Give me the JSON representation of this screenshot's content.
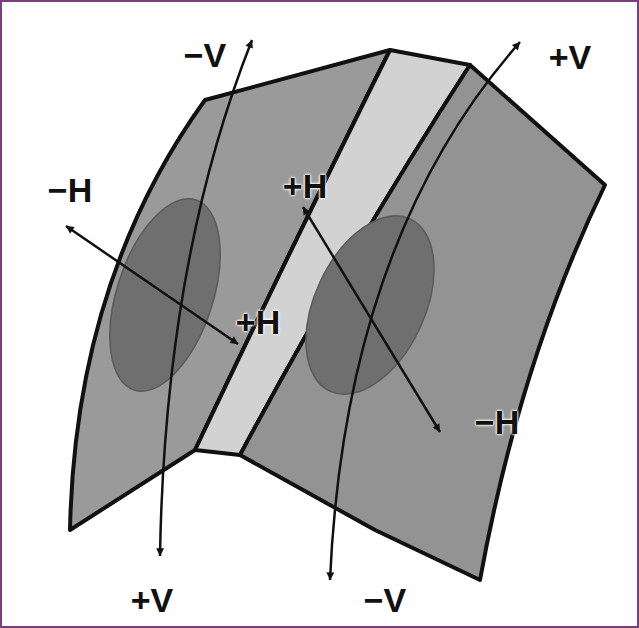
{
  "diagram": {
    "labels": [
      "−V",
      "+V",
      "−H",
      "+H",
      "+H",
      "−H",
      "+V",
      "−V"
    ]
  }
}
